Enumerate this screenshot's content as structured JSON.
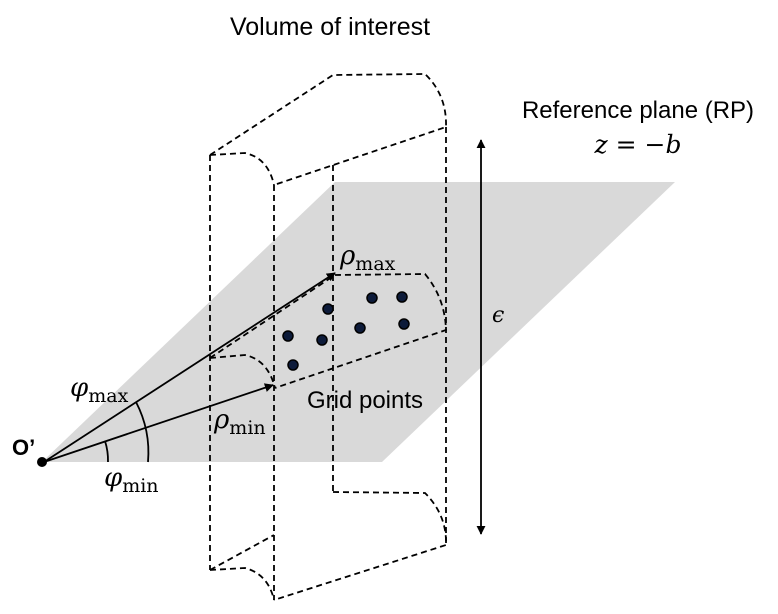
{
  "title": "Volume of interest",
  "reference_plane": {
    "label": "Reference plane (RP)",
    "equation": "z = −b"
  },
  "grid_points_label": "Grid points",
  "origin_label": "O’",
  "epsilon_label": "ϵ",
  "rho_max": {
    "symbol": "ρ",
    "sub": "max"
  },
  "rho_min": {
    "symbol": "ρ",
    "sub": "min"
  },
  "phi_max": {
    "symbol": "φ",
    "sub": "max"
  },
  "phi_min": {
    "symbol": "φ",
    "sub": "min"
  },
  "colors": {
    "plane": "#d9d9d9",
    "grid_point_fill": "#0d1b3a",
    "stroke": "#000000"
  }
}
